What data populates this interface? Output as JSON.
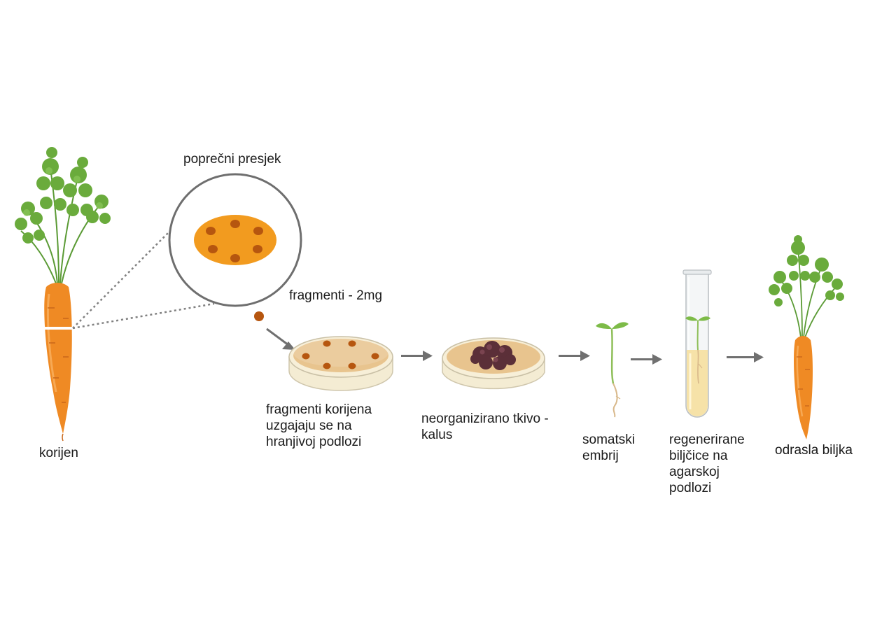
{
  "labels": {
    "root": "korijen",
    "cross_section": "poprečni presjek",
    "fragments": "fragmenti - 2mg",
    "culture": [
      "fragmenti korijena",
      "uzgajaju se na",
      "hranjivoj podlozi"
    ],
    "callus": [
      "neorganizirano tkivo -",
      "kalus"
    ],
    "embryo": [
      "somatski",
      "embrij"
    ],
    "plantlets": [
      "regenerirane",
      "biljčice na",
      "agarskoj",
      "podlozi"
    ],
    "adult": "odrasla biljka"
  },
  "colors": {
    "carrot": "#ef8a24",
    "carrot_dark": "#c8661a",
    "leaf": "#5a9a34",
    "leaf_light": "#7dbb48",
    "fragment": "#b6560f",
    "section_fill": "#f29b1f",
    "dish_medium": "#e8c48e",
    "dish_rim": "#f6e8c8",
    "callus": "#5b2f38",
    "arrow": "#707070",
    "tube_agar": "#f6e2a8"
  },
  "icons": [
    "carrot-icon",
    "magnifier-circle-icon",
    "petri-dish-icon",
    "callus-dish-icon",
    "seedling-icon",
    "test-tube-icon",
    "adult-carrot-icon",
    "arrow-icon"
  ]
}
